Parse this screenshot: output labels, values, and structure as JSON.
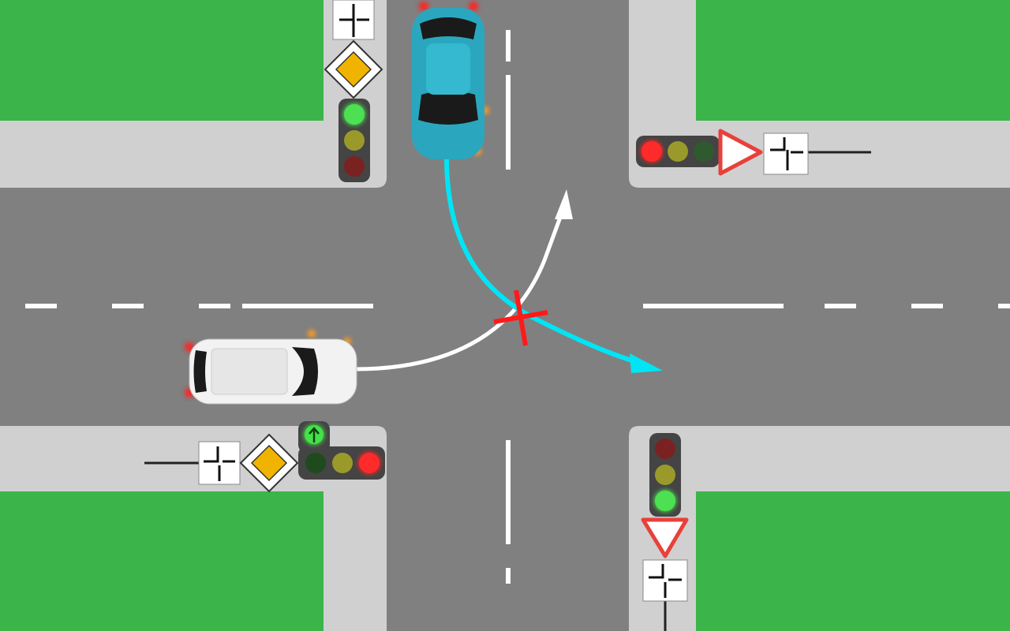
{
  "scene": {
    "type": "intersection-diagram",
    "colors": {
      "grass": "#3bb54a",
      "sidewalk": "#d0d0d0",
      "road": "#808080",
      "marking": "#ffffff",
      "teal_car": "#2aa7bf",
      "teal_path": "#00e5f5",
      "white_path": "#ffffff",
      "conflict_mark": "#ff1a1a",
      "main_road_sign": "#f0b400",
      "yield_sign_border": "#e8403a"
    },
    "signals": {
      "north": "green",
      "east": "red",
      "south": "green",
      "west": "red-with-green-arrow"
    },
    "icons": [
      "priority-road-sign-icon",
      "yield-sign-icon",
      "road-layout-plate-icon",
      "traffic-light-icon",
      "car-icon",
      "path-arrow-icon",
      "conflict-cross-icon"
    ]
  }
}
